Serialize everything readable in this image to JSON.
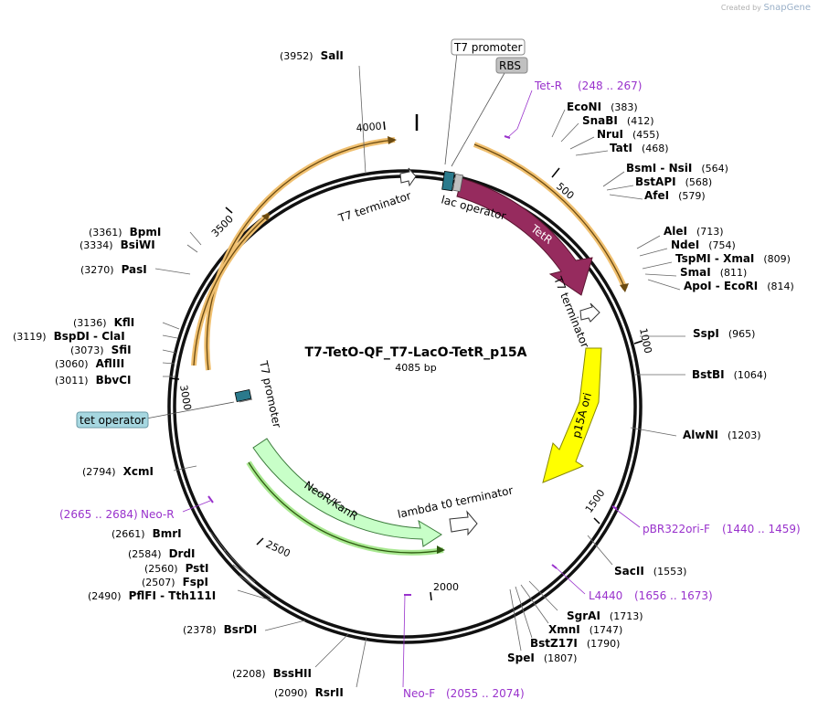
{
  "credit": {
    "created_by": "Created by",
    "brand": "SnapGene"
  },
  "plasmid": {
    "name": "T7-TetO-QF_T7-LacO-TetR_p15A",
    "length_label": "4085 bp"
  },
  "ticks": [
    "500",
    "1000",
    "1500",
    "2000",
    "2500",
    "3000",
    "3500",
    "4000"
  ],
  "sites": [
    {
      "name": "SalI",
      "pos": "(3952)"
    },
    {
      "name": "EcoNI",
      "pos": "(383)"
    },
    {
      "name": "SnaBI",
      "pos": "(412)"
    },
    {
      "name": "NruI",
      "pos": "(455)"
    },
    {
      "name": "TatI",
      "pos": "(468)"
    },
    {
      "name": "BsmI - NsiI",
      "pos": "(564)"
    },
    {
      "name": "BstAPI",
      "pos": "(568)"
    },
    {
      "name": "AfeI",
      "pos": "(579)"
    },
    {
      "name": "AleI",
      "pos": "(713)"
    },
    {
      "name": "NdeI",
      "pos": "(754)"
    },
    {
      "name": "TspMI - XmaI",
      "pos": "(809)"
    },
    {
      "name": "SmaI",
      "pos": "(811)"
    },
    {
      "name": "ApoI - EcoRI",
      "pos": "(814)"
    },
    {
      "name": "SspI",
      "pos": "(965)"
    },
    {
      "name": "BstBI",
      "pos": "(1064)"
    },
    {
      "name": "AlwNI",
      "pos": "(1203)"
    },
    {
      "name": "SacII",
      "pos": "(1553)"
    },
    {
      "name": "SgrAI",
      "pos": "(1713)"
    },
    {
      "name": "XmnI",
      "pos": "(1747)"
    },
    {
      "name": "BstZ17I",
      "pos": "(1790)"
    },
    {
      "name": "SpeI",
      "pos": "(1807)"
    },
    {
      "name": "RsrII",
      "pos": "(2090)"
    },
    {
      "name": "BssHII",
      "pos": "(2208)"
    },
    {
      "name": "BsrDI",
      "pos": "(2378)"
    },
    {
      "name": "PflFI - Tth111I",
      "pos": "(2490)"
    },
    {
      "name": "FspI",
      "pos": "(2507)"
    },
    {
      "name": "PstI",
      "pos": "(2560)"
    },
    {
      "name": "DrdI",
      "pos": "(2584)"
    },
    {
      "name": "BmrI",
      "pos": "(2661)"
    },
    {
      "name": "XcmI",
      "pos": "(2794)"
    },
    {
      "name": "BbvCI",
      "pos": "(3011)"
    },
    {
      "name": "AflIII",
      "pos": "(3060)"
    },
    {
      "name": "SfiI",
      "pos": "(3073)"
    },
    {
      "name": "BspDI - ClaI",
      "pos": "(3119)"
    },
    {
      "name": "KflI",
      "pos": "(3136)"
    },
    {
      "name": "PasI",
      "pos": "(3270)"
    },
    {
      "name": "BsiWI",
      "pos": "(3334)"
    },
    {
      "name": "BpmI",
      "pos": "(3361)"
    }
  ],
  "primers": [
    {
      "name": "Tet-R",
      "range": "(248 .. 267)"
    },
    {
      "name": "pBR322ori-F",
      "range": "(1440 .. 1459)"
    },
    {
      "name": "L4440",
      "range": "(1656 .. 1673)"
    },
    {
      "name": "Neo-F",
      "range": "(2055 .. 2074)"
    },
    {
      "name": "Neo-R",
      "range": "(2665 .. 2684)"
    }
  ],
  "features": {
    "t7_promoter_top": "T7 promoter",
    "rbs": "RBS",
    "tetr": "TetR",
    "lac_operator": "lac operator",
    "t7_terminator_left": "T7 terminator",
    "t7_terminator_right": "T7 terminator",
    "p15a_ori": "p15A ori",
    "lambda_t0": "lambda t0 terminator",
    "neor_kanr": "NeoR/KanR",
    "t7_promoter_left": "T7 promoter",
    "tet_operator": "tet operator"
  },
  "colors": {
    "tetr": "#962B5E",
    "p15a_ori": "#FFFF00",
    "neor_kanr": "#C8FFC8",
    "orf": "#FFD27F",
    "operator": "#2B7A8C",
    "rbs": "#C0C0C0",
    "primer": "#9932CC",
    "tet_operator_box": "#A6D7E0"
  }
}
